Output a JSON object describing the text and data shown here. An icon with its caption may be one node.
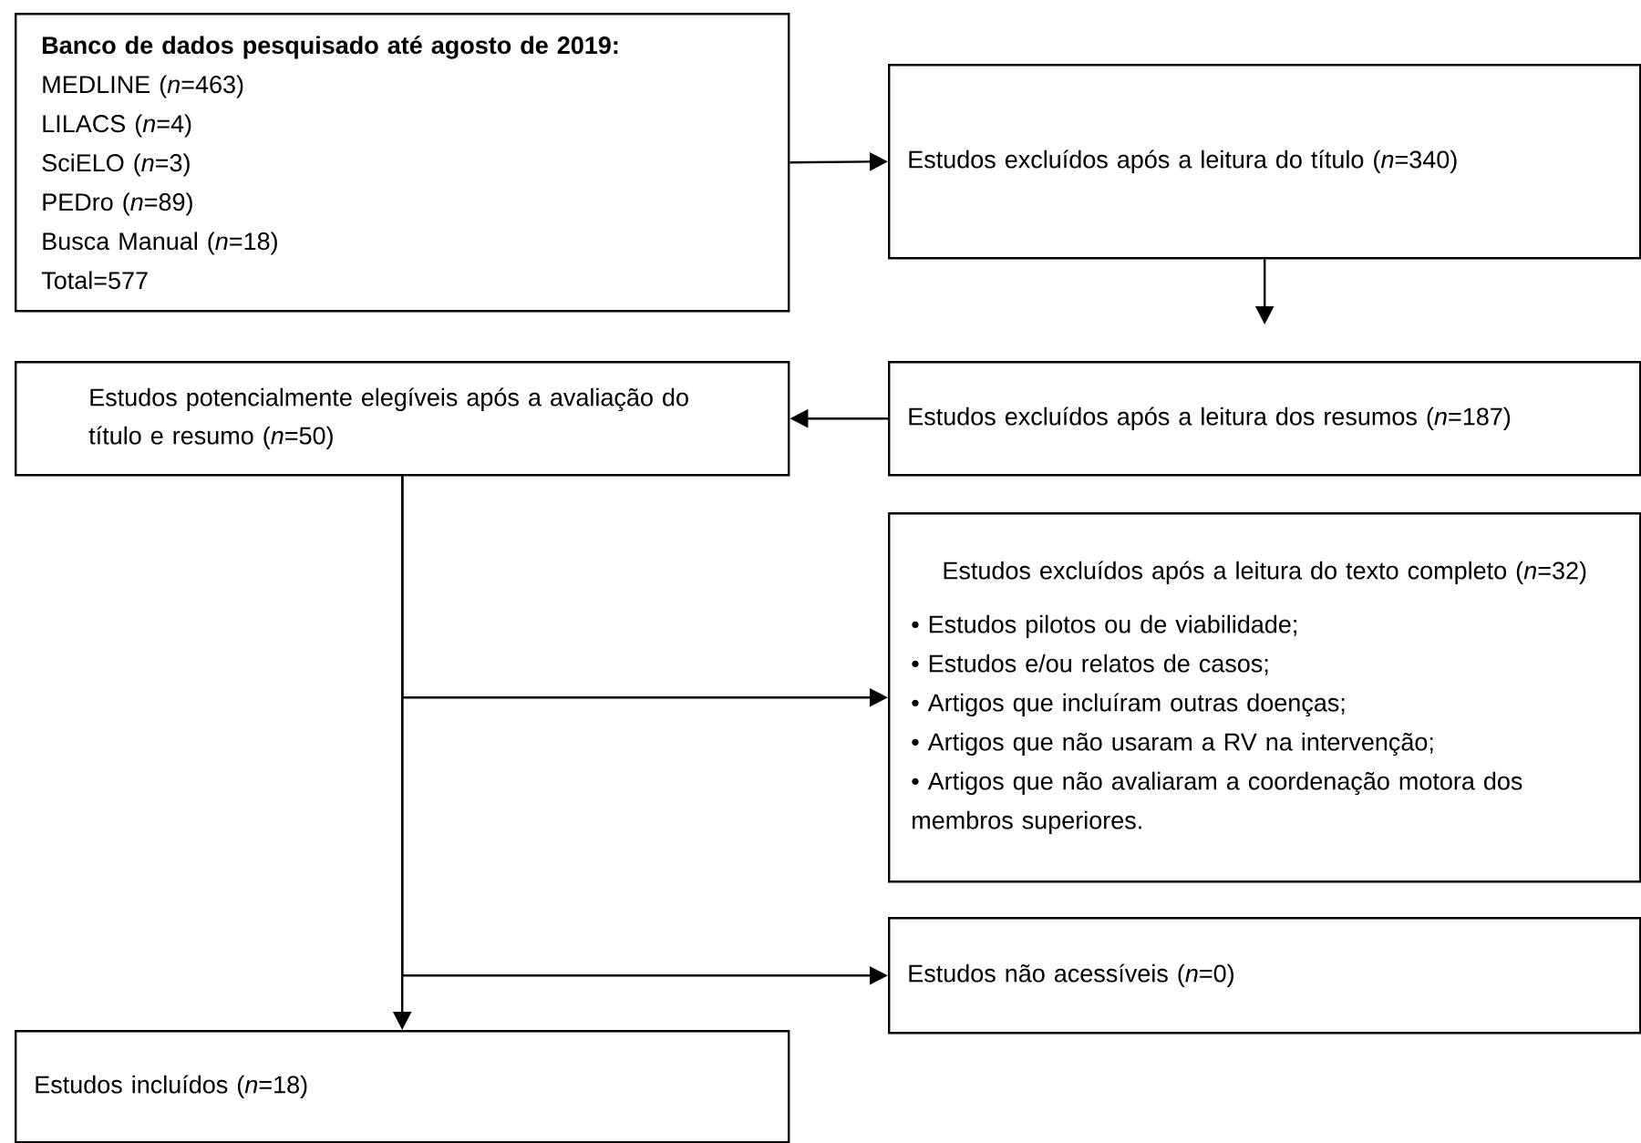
{
  "diagram": {
    "nodes": [
      {
        "text": [
          "Banco de dados pesquisado até agosto de 2019:",
          "MEDLINE (*n*=463)",
          "LILACS (*n*=4)",
          "SciELO (*n*=3)",
          "PEDro (*n*=89)",
          "Busca Manual (*n*=18)",
          "Total=577"
        ]
      },
      {
        "text": [
          "Estudos excluídos após a leitura do título (*n*=340)"
        ]
      },
      {
        "text": [
          "Estudos excluídos após a leitura dos resumos (*n*=187)"
        ]
      },
      {
        "text": [
          "Estudos potencialmente elegíveis após a avaliação do título e resumo (*n*=50)"
        ]
      },
      {
        "text": [
          "Estudos excluídos após a leitura do texto completo (*n*=32)",
          "• Estudos pilotos ou de viabilidade;",
          "• Estudos e/ou relatos de casos;",
          "• Artigos que incluíram outras doenças;",
          "• Artigos que não usaram a RV na intervenção;",
          "• Artigos que não avaliaram a coordenação motora dos membros superiores."
        ]
      },
      {
        "text": [
          "Estudos não acessíveis (*n*=0)"
        ]
      },
      {
        "text": [
          "Estudos incluídos (*n*=18)"
        ]
      }
    ],
    "edges": [
      {
        "from": 0,
        "to": 1,
        "arrow": "to"
      },
      {
        "from": 1,
        "to": 2,
        "arrow": "to"
      },
      {
        "from": 2,
        "to": 3,
        "arrow": "to"
      },
      {
        "from": 3,
        "to": 4,
        "arrow": "to"
      },
      {
        "from": 3,
        "to": 5,
        "arrow": "to"
      },
      {
        "from": 3,
        "to": 6,
        "arrow": "to"
      }
    ]
  }
}
